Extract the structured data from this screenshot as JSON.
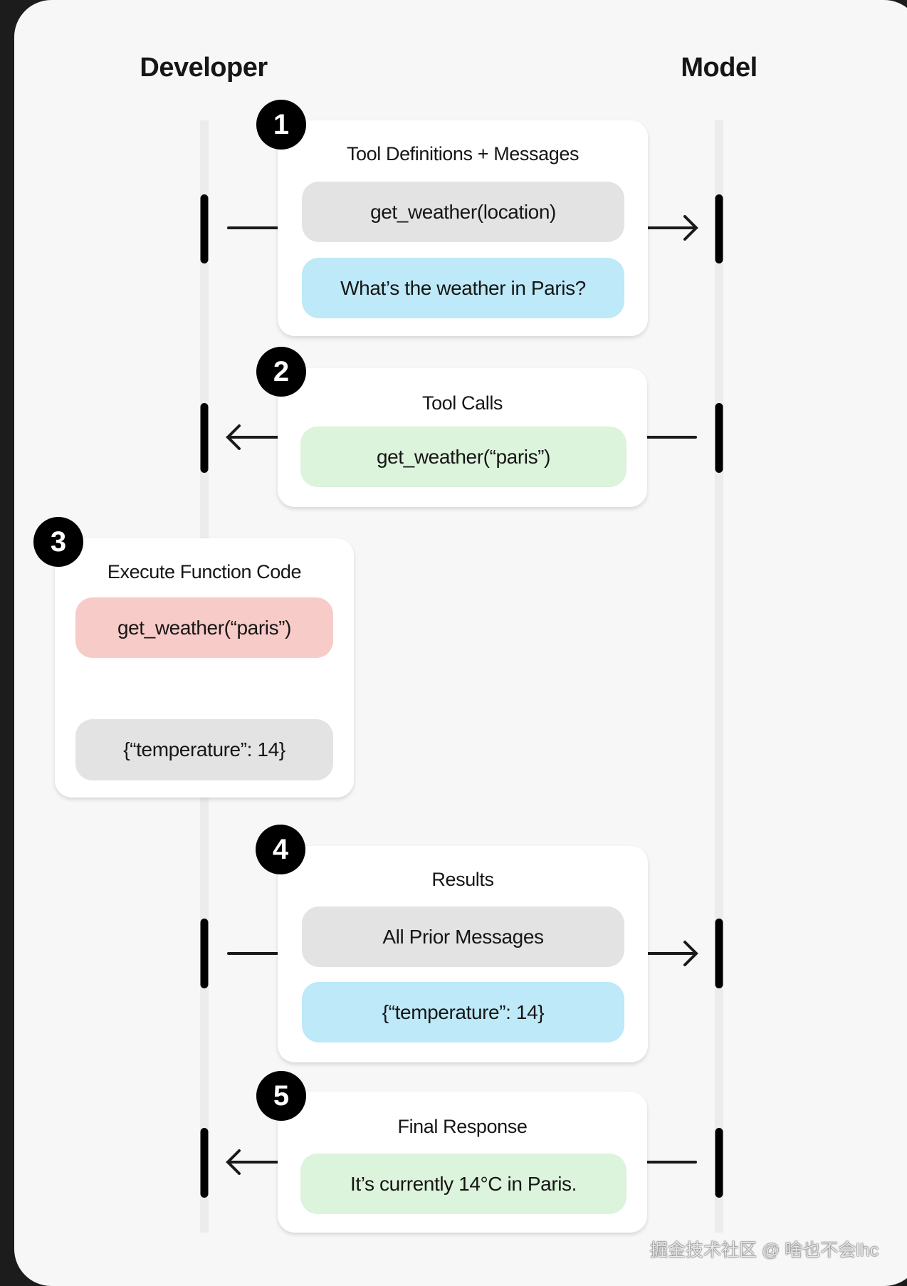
{
  "headers": {
    "developer": "Developer",
    "model": "Model"
  },
  "colors": {
    "gray": "#e3e3e3",
    "blue": "#bde9f8",
    "green": "#dcf3dc",
    "red": "#f7cbc8"
  },
  "steps": [
    {
      "number": "1",
      "title": "Tool Definitions + Messages",
      "direction": "developer-to-model",
      "items": [
        "get_weather(location)",
        "What’s the weather in Paris?"
      ]
    },
    {
      "number": "2",
      "title": "Tool Calls",
      "direction": "model-to-developer",
      "items": [
        "get_weather(“paris”)"
      ]
    },
    {
      "number": "3",
      "title": "Execute Function Code",
      "direction": "developer",
      "items": [
        "get_weather(“paris”)",
        "{“temperature”: 14}"
      ]
    },
    {
      "number": "4",
      "title": "Results",
      "direction": "developer-to-model",
      "items": [
        "All Prior Messages",
        "{“temperature”: 14}"
      ]
    },
    {
      "number": "5",
      "title": "Final Response",
      "direction": "model-to-developer",
      "items": [
        "It’s currently 14°C in Paris."
      ]
    }
  ],
  "watermark": "掘金技术社区 @ 啥也不会lhc"
}
